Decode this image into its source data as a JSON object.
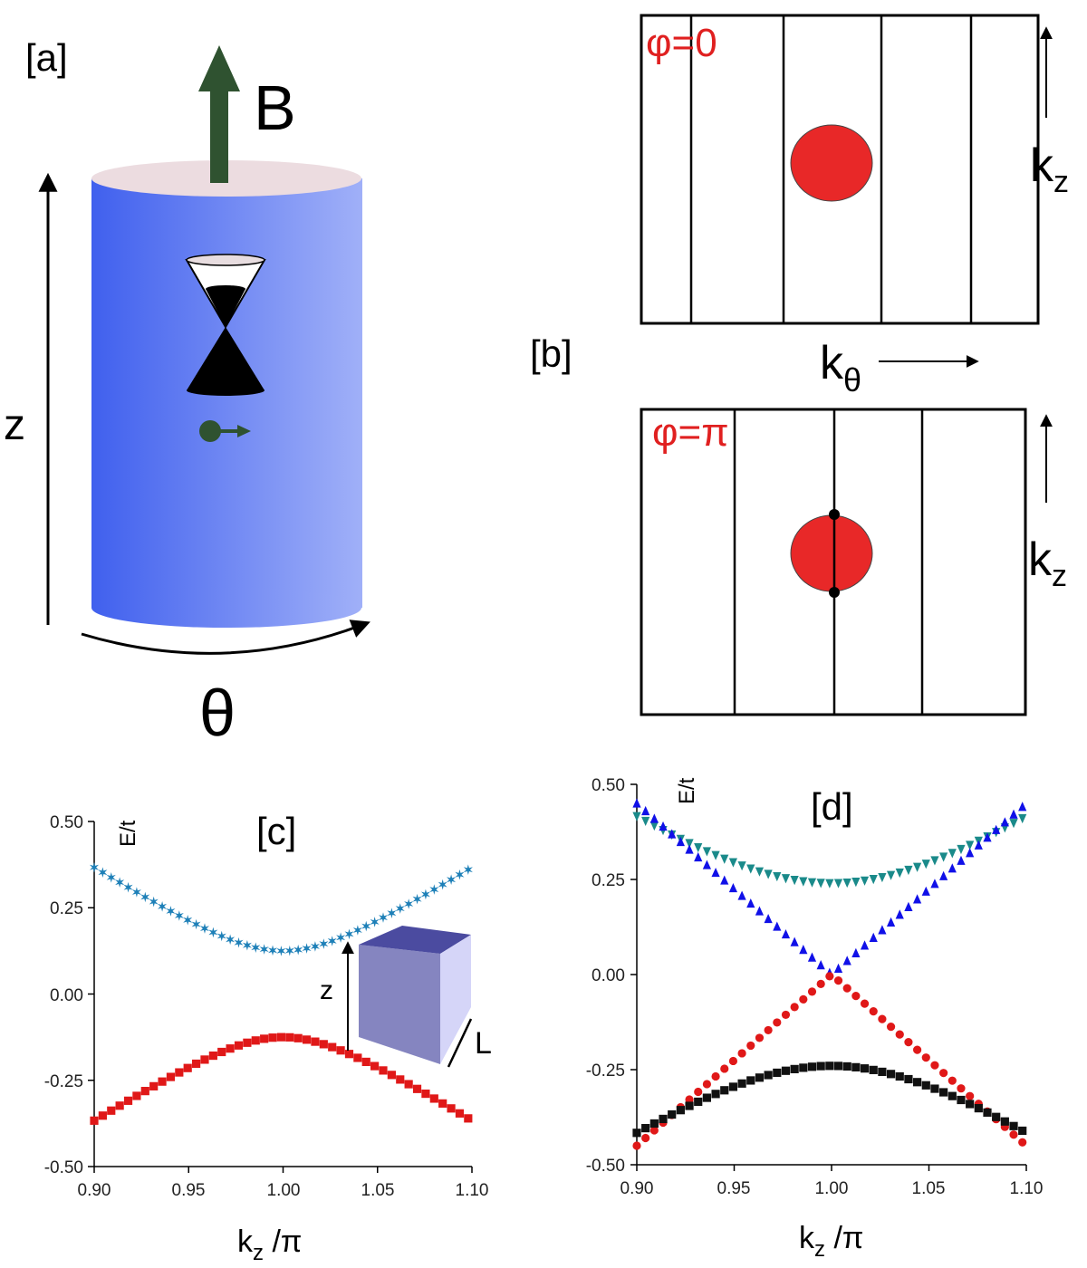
{
  "panel_a": {
    "label": "[a]",
    "field_label": "B",
    "z_label": "z",
    "theta_label": "θ",
    "colors": {
      "cylinder_left": "#4060ee",
      "cylinder_right": "#a0b0f8",
      "top": "#ecdce0",
      "arrow": "#2f5230"
    }
  },
  "panel_b": {
    "label": "[b]",
    "top_phase": "φ=0",
    "bottom_phase": "φ=π",
    "k_theta_label": "k",
    "k_theta_sub": "θ",
    "kz_label": "k",
    "kz_sub": "z",
    "colors": {
      "disk": "#e82828",
      "phase_text": "#e82020"
    }
  },
  "chart_data": [
    {
      "panel": "[c]",
      "type": "scatter",
      "xlabel_main": "k",
      "xlabel_sub": "z",
      "xlabel_rest": " /π",
      "ylabel": "E/t",
      "xlim": [
        0.9,
        1.1
      ],
      "ylim": [
        -0.5,
        0.5
      ],
      "xticks": [
        "0.90",
        "0.95",
        "1.00",
        "1.05",
        "1.10"
      ],
      "yticks": [
        "0.50",
        "0.25",
        "0.00",
        "-0.25",
        "-0.50"
      ],
      "inset": {
        "z_label": "z",
        "L_label": "L"
      },
      "series": [
        {
          "marker": "star",
          "color": "#1e80b8",
          "x_start": 0.9,
          "x_end": 1.1,
          "step": 0.0045,
          "model": {
            "gap": 0.125,
            "slope": 3.45
          },
          "sign": 1
        },
        {
          "marker": "square",
          "color": "#e01818",
          "x_start": 0.9,
          "x_end": 1.1,
          "step": 0.0045,
          "model": {
            "gap": 0.125,
            "slope": 3.45
          },
          "sign": -1
        }
      ]
    },
    {
      "panel": "[d]",
      "type": "scatter",
      "xlabel_main": "k",
      "xlabel_sub": "z",
      "xlabel_rest": " /π",
      "ylabel": "E/t",
      "xlim": [
        0.9,
        1.1
      ],
      "ylim": [
        -0.5,
        0.5
      ],
      "xticks": [
        "0.90",
        "0.95",
        "1.00",
        "1.05",
        "1.10"
      ],
      "yticks": [
        "0.50",
        "0.25",
        "0.00",
        "-0.25",
        "-0.50"
      ],
      "series": [
        {
          "marker": "triangle-down",
          "color": "#1a8a8a",
          "x_start": 0.9,
          "x_end": 1.1,
          "step": 0.0045,
          "model": {
            "gap": 0.24,
            "slope": 3.4
          },
          "sign": 1
        },
        {
          "marker": "triangle-up",
          "color": "#1010e8",
          "x_start": 0.9,
          "x_end": 1.1,
          "step": 0.0045,
          "model": {
            "gap": 0.0,
            "slope": 4.5
          },
          "sign": 1
        },
        {
          "marker": "circle",
          "color": "#e01818",
          "x_start": 0.9,
          "x_end": 1.1,
          "step": 0.0045,
          "model": {
            "gap": 0.0,
            "slope": 4.5
          },
          "sign": -1
        },
        {
          "marker": "square",
          "color": "#111111",
          "x_start": 0.9,
          "x_end": 1.1,
          "step": 0.0045,
          "model": {
            "gap": 0.24,
            "slope": 3.4
          },
          "sign": -1
        }
      ]
    }
  ]
}
